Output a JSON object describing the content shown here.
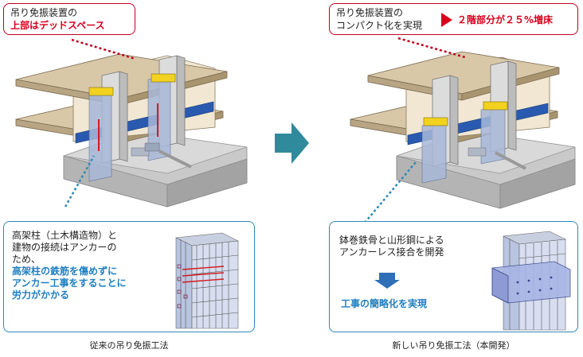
{
  "left": {
    "callout": {
      "line1": "吊り免振装置の",
      "line2": "上部はデッドスペース"
    },
    "info": {
      "text_lines": [
        "高架柱（土木構造物）と",
        "建物の接続はアンカーの",
        "ため、"
      ],
      "highlight_lines": [
        "高架柱の鉄筋を傷めずに",
        "アンカー工事をすることに",
        "労力がかかる"
      ]
    },
    "caption": "従来の吊り免振工法"
  },
  "right": {
    "callout": {
      "line1": "吊り免振装置の",
      "line2": "コンパクト化を実現",
      "result": "２階部分が２５%増床"
    },
    "info": {
      "text_lines": [
        "鉢巻鉄骨と山形鋼による",
        "アンカーレス接合を開発"
      ],
      "highlight": "工事の簡略化を実現"
    },
    "caption": "新しい吊り免振工法（本開発）"
  },
  "colors": {
    "callout_border": "#c0001e",
    "info_border": "#2e8ab8",
    "arrow_teal": "#2f8a9c",
    "highlight_blue": "#1f7fc0",
    "highlight_red": "#d7001c"
  }
}
